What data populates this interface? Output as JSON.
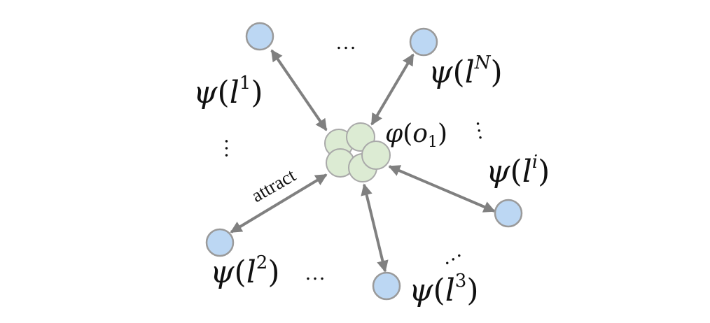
{
  "center": {
    "label_func": "φ",
    "label_arg_var": "o",
    "label_arg_sub": "1"
  },
  "leaves": [
    {
      "func": "ψ",
      "var": "l",
      "sup": "1"
    },
    {
      "func": "ψ",
      "var": "l",
      "sup": "N"
    },
    {
      "func": "ψ",
      "var": "l",
      "sup": "i"
    },
    {
      "func": "ψ",
      "var": "l",
      "sup": "3"
    },
    {
      "func": "ψ",
      "var": "l",
      "sup": "2"
    }
  ],
  "edge_label": "attract",
  "ellipsis": "…",
  "colors": {
    "leaf_fill": "#bcd7f3",
    "center_fill": "#dcebd3",
    "arrow": "#808080"
  }
}
